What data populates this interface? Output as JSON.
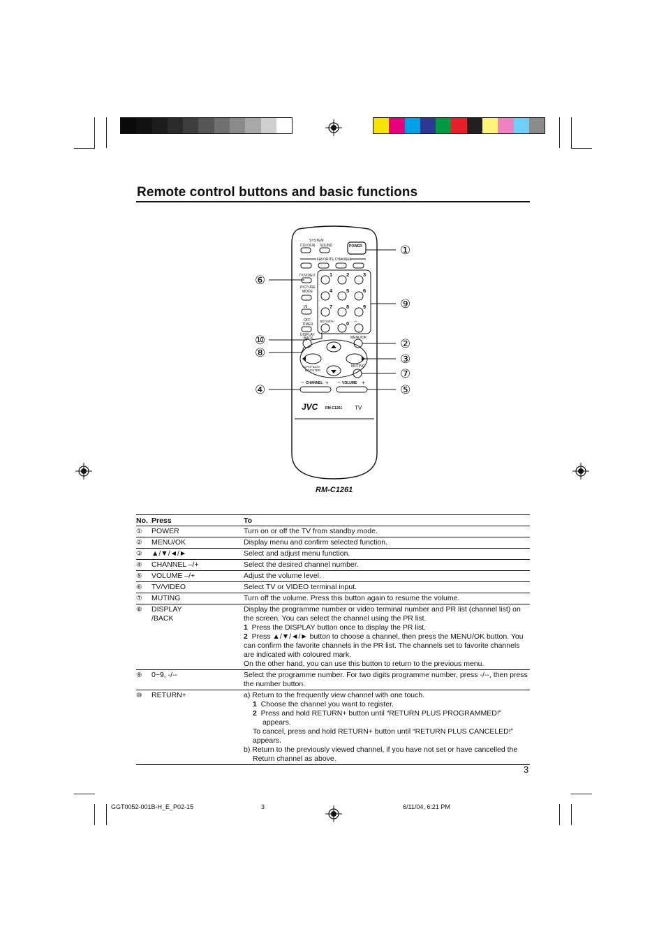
{
  "title": "Remote control buttons and basic functions",
  "remote": {
    "model_caption": "RM-C1261",
    "labels": {
      "system": "SYSTEM",
      "colour": "COLOUR",
      "sound": "SOUND",
      "power": "POWER",
      "favorite_channel": "FAVORITE CHANNEL",
      "tv_video": "TV/VIDEO",
      "picture_mode": [
        "PICTURE",
        "MODE"
      ],
      "dual": "I/II",
      "off_timer": [
        "OFF",
        "TIMER"
      ],
      "display_back": [
        "DISPLAY",
        "BACK"
      ],
      "return_plus": "RETURN+",
      "menu_ok": "MENU/OK",
      "muting": "MUTING",
      "bass_booster": [
        "SUPER BASS",
        "BOOSTER"
      ],
      "channel": "CHANNEL",
      "volume": "VOLUME",
      "brand": "JVC",
      "model": "RM-C1261",
      "tv": "TV",
      "digits": [
        "1",
        "2",
        "3",
        "4",
        "5",
        "6",
        "7",
        "8",
        "9",
        "0"
      ],
      "dash": "-/--"
    },
    "callouts": [
      "①",
      "②",
      "③",
      "④",
      "⑤",
      "⑥",
      "⑦",
      "⑧",
      "⑨",
      "⑩"
    ]
  },
  "table": {
    "headers": {
      "no": "No.",
      "press": "Press",
      "to": "To"
    },
    "rows": [
      {
        "no": "①",
        "press": "POWER",
        "to": "Turn on or off the TV from standby mode."
      },
      {
        "no": "②",
        "press": "MENU/OK",
        "to": "Display menu and confirm selected function."
      },
      {
        "no": "③",
        "press": "▲/▼/◄/►",
        "to": "Select and adjust menu function."
      },
      {
        "no": "④",
        "press": "CHANNEL –/+",
        "to": "Select the desired channel number."
      },
      {
        "no": "⑤",
        "press": "VOLUME –/+",
        "to": "Adjust the volume level."
      },
      {
        "no": "⑥",
        "press": "TV/VIDEO",
        "to": "Select TV or VIDEO terminal input."
      },
      {
        "no": "⑦",
        "press": "MUTING",
        "to": "Turn off the volume. Press this button again to resume the volume."
      },
      {
        "no": "⑧",
        "press": "DISPLAY /BACK",
        "to_lines": [
          "Display the programme number or video terminal number and PR list (channel list) on the screen. You can select the channel using the PR list.",
          "1  Press the DISPLAY button once to display the PR list.",
          "2  Press ▲/▼/◄/► button to choose a channel, then press the MENU/OK button. You can confirm the favorite channels in the PR list. The channels set to favorite channels are indicated with coloured mark.",
          "On the other hand, you can use this button to return to the previous menu."
        ]
      },
      {
        "no": "⑨",
        "press": "0~9, -/--",
        "to": "Select the programme number. For two digits programme number, press -/--, then press the number button."
      },
      {
        "no": "⑩",
        "press": "RETURN+",
        "to_lines": [
          "a) Return to the frequently view channel with one touch.",
          "1  Choose the channel you want to register.",
          "2  Press and hold RETURN+ button until “RETURN PLUS PROGRAMMED!” appears.",
          "To cancel, press and hold RETURN+ button until “RETURN PLUS CANCELED!” appears.",
          "b) Return to the previously viewed channel, if you have not set or have cancelled the Return channel as above."
        ]
      }
    ]
  },
  "page_number": "3",
  "footer": {
    "file": "GGT0052-001B-H_E_P02-15",
    "page": "3",
    "date": "6/11/04, 6:21 PM"
  },
  "colors": {
    "gray_bar": [
      "#0a0a0a",
      "#111111",
      "#1c1c1c",
      "#2a2a2a",
      "#3e3e3e",
      "#565656",
      "#707070",
      "#8a8a8a",
      "#a8a8a8",
      "#cfcfcf",
      "#ffffff"
    ],
    "color_bar": [
      "#f5e400",
      "#e6007e",
      "#00a0e6",
      "#2b3990",
      "#009a44",
      "#e6202a",
      "#231f20",
      "#fff37a",
      "#ee82c3",
      "#6fcff6",
      "#8a8a8a"
    ]
  }
}
